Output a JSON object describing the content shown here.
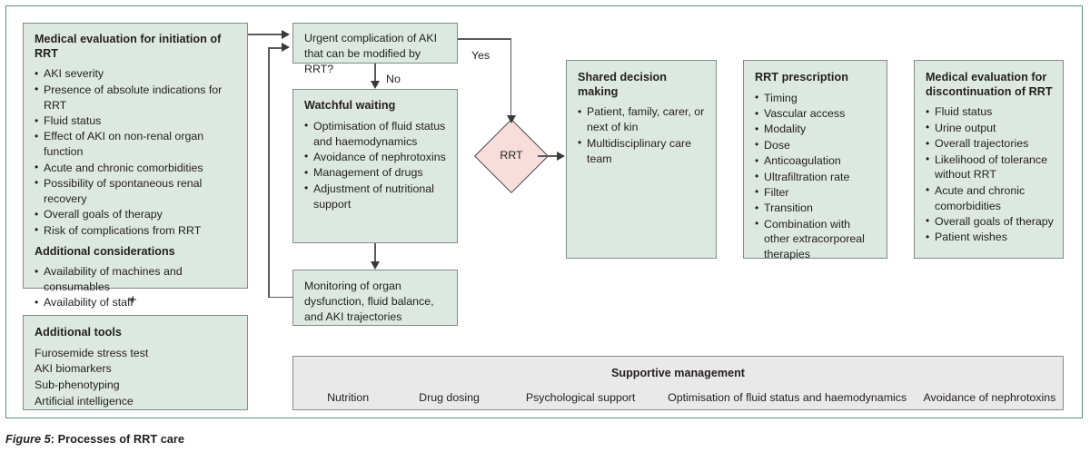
{
  "figure": {
    "caption_label": "Figure 5",
    "caption_sep": ": ",
    "caption_text": "Processes of RRT care"
  },
  "colors": {
    "box_fill": "#dde8e0",
    "box_border": "#7d8f86",
    "diamond_fill": "#f7dedd",
    "grey_fill": "#e9e9e9",
    "frame_border": "#5e8f82",
    "connector": "#5a5a5a"
  },
  "boxes": {
    "medical_evaluation_initiation": {
      "title": "Medical evaluation for initiation of RRT",
      "items": [
        "AKI severity",
        "Presence of absolute indications for RRT",
        "Fluid status",
        "Effect of AKI on non-renal organ function",
        "Acute and chronic comorbidities",
        "Possibility of spontaneous renal recovery",
        "Overall goals of therapy",
        "Risk of complications from RRT"
      ],
      "subtitle": "Additional considerations",
      "subitems": [
        "Availability of machines and consumables",
        "Availability of staff"
      ]
    },
    "additional_tools": {
      "title": "Additional tools",
      "items": [
        "Furosemide stress test",
        "AKI biomarkers",
        "Sub-phenotyping",
        "Artificial intelligence"
      ]
    },
    "urgent_complication": {
      "text": "Urgent complication of AKI that can be modified by RRT?"
    },
    "watchful_waiting": {
      "title": "Watchful waiting",
      "items": [
        "Optimisation of fluid status and haemodynamics",
        "Avoidance of nephrotoxins",
        "Management of drugs",
        "Adjustment of nutritional support"
      ]
    },
    "monitoring": {
      "text": "Monitoring of organ dysfunction, fluid balance, and AKI trajectories"
    },
    "rrt_decision": {
      "label": "RRT"
    },
    "shared_decision_making": {
      "title": "Shared decision making",
      "items": [
        "Patient, family, carer, or next of kin",
        "Multidisciplinary care team"
      ]
    },
    "rrt_prescription": {
      "title": "RRT prescription",
      "items": [
        "Timing",
        "Vascular access",
        "Modality",
        "Dose",
        "Anticoagulation",
        "Ultrafiltration rate",
        "Filter",
        "Transition",
        "Combination with other extracorporeal therapies"
      ]
    },
    "medical_evaluation_discontinuation": {
      "title": "Medical evaluation for discontinuation of RRT",
      "items": [
        "Fluid status",
        "Urine output",
        "Overall trajectories",
        "Likelihood of tolerance without RRT",
        "Acute and chronic comorbidities",
        "Overall goals of therapy",
        "Patient wishes"
      ]
    },
    "supportive_management": {
      "title": "Supportive management",
      "items": [
        "Nutrition",
        "Drug dosing",
        "Psychological support",
        "Optimisation of fluid status and haemodynamics",
        "Avoidance of nephrotoxins"
      ]
    }
  },
  "connectors": {
    "plus": "+",
    "yes_label": "Yes",
    "no_label": "No"
  }
}
